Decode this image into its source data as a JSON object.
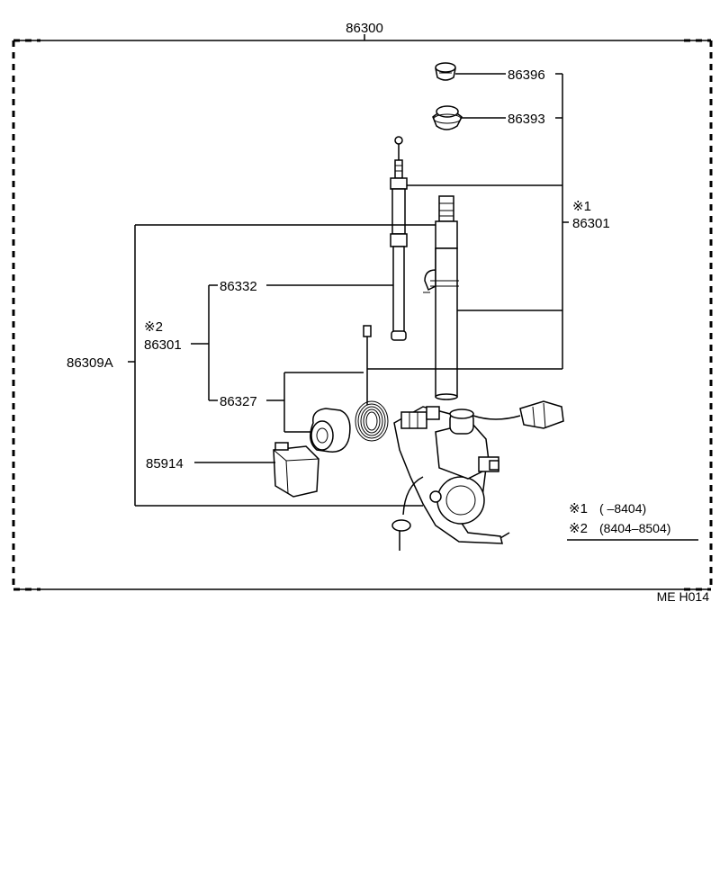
{
  "title_number": "86300",
  "parts": {
    "p86396": "86396",
    "p86393": "86393",
    "note1_mark": "※1",
    "p86301_a": "86301",
    "p86332": "86332",
    "note2_mark": "※2",
    "p86301_b": "86301",
    "p86309A": "86309A",
    "p86327": "86327",
    "p85914": "85914"
  },
  "legend": {
    "row1_mark": "※1",
    "row1_range": "(      –8404)",
    "row2_mark": "※2",
    "row2_range": "(8404–8504)"
  },
  "footer_code": "ME   H014"
}
